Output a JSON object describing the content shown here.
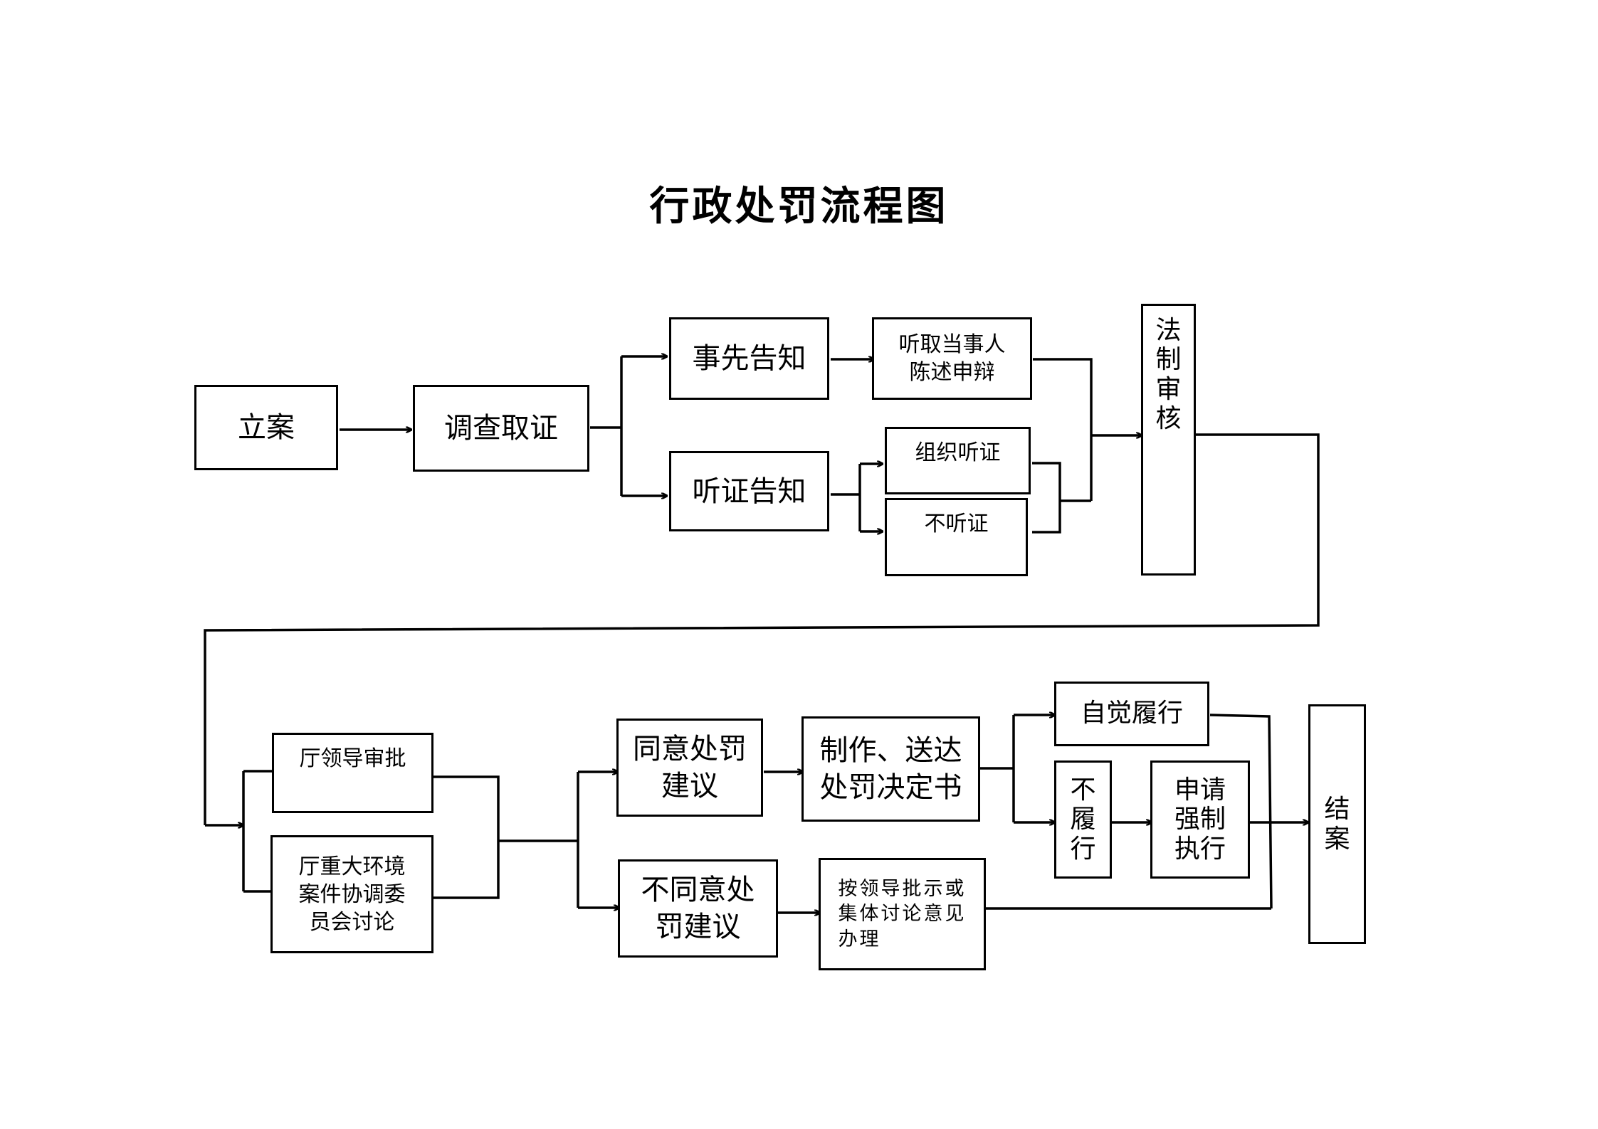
{
  "title": "行政处罚流程图",
  "nodes": {
    "li_an": "立案",
    "diao_cha": "调查取证",
    "shi_xian": "事先告知",
    "ting_qu": "听取当事人\n陈述申辩",
    "ting_zheng_gao_zhi": "听证告知",
    "zu_zhi": "组织听证",
    "bu_ting": "不听证",
    "fa_zhi": "法\n制\n审\n核",
    "ting_ling_dao": "厅领导审批",
    "ting_zhong_da": "厅重大环境\n案件协调委\n员会讨论",
    "tong_yi": "同意处罚\n建议",
    "bu_tong_yi": "不同意处\n罚建议",
    "zhi_zuo": "制作、送达\n处罚决定书",
    "an_ling_dao": "按领导批示或\n集体讨论意见\n办理",
    "zi_jue": "自觉履行",
    "bu_lv_xing": "不\n履\n行",
    "shen_qing": "申请\n强制\n执行",
    "jie_an": "结\n案"
  }
}
